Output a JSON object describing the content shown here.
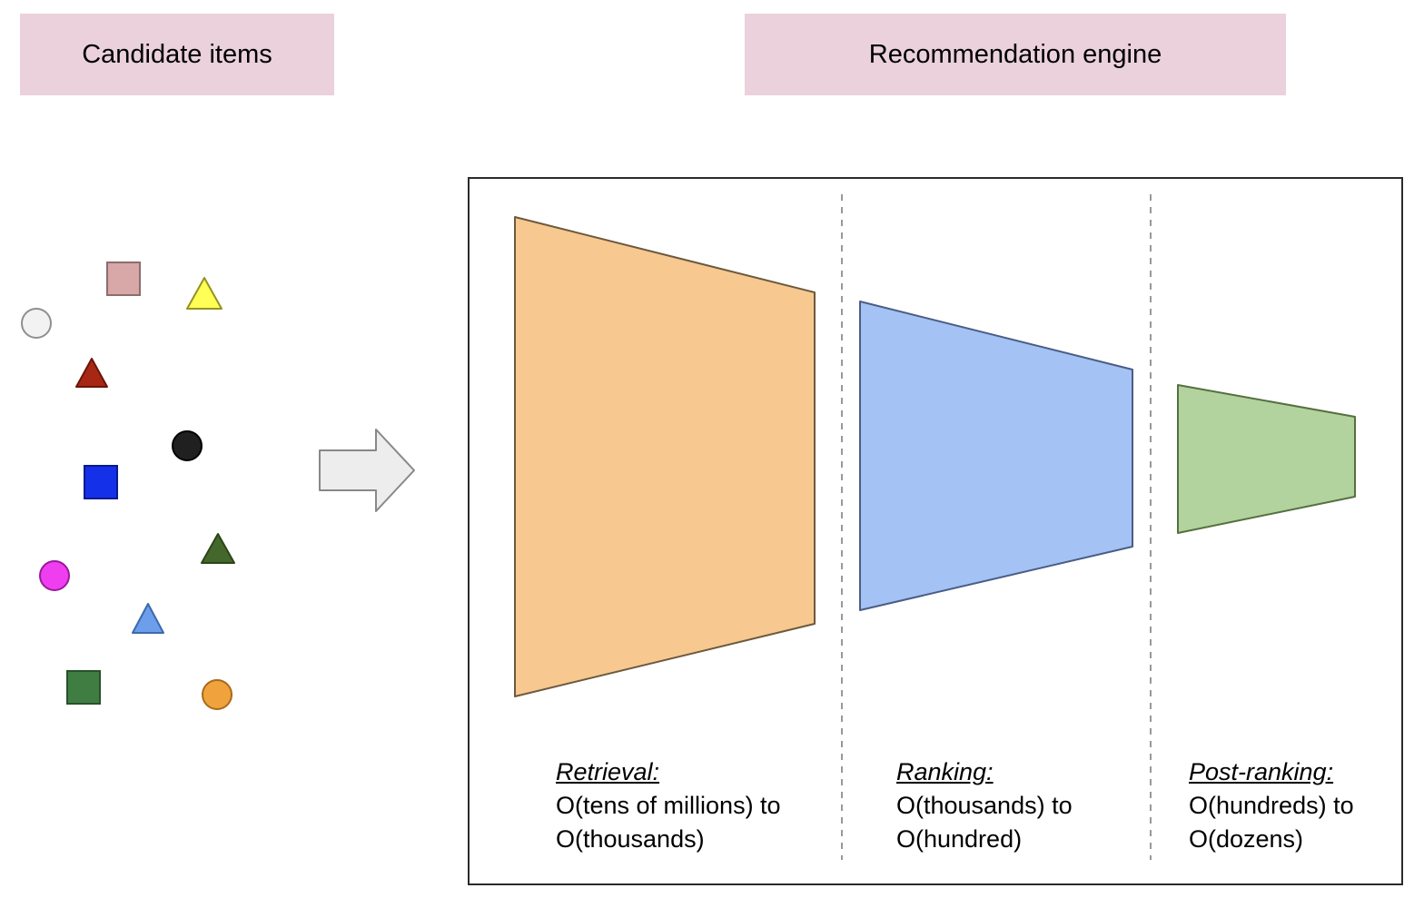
{
  "labels": {
    "candidate_items": "Candidate items",
    "recommendation_engine": "Recommendation engine"
  },
  "stages": [
    {
      "name": "Retrieval:",
      "line1": "O(tens of millions) to",
      "line2": "O(thousands)",
      "funnel_fill": "#f7c890",
      "funnel_stroke": "#6b5a3e"
    },
    {
      "name": "Ranking:",
      "line1": "O(thousands) to",
      "line2": "O(hundred)",
      "funnel_fill": "#a4c2f4",
      "funnel_stroke": "#4a5d86"
    },
    {
      "name": "Post-ranking:",
      "line1": "O(hundreds) to",
      "line2": "O(dozens)",
      "funnel_fill": "#b3d39e",
      "funnel_stroke": "#55703f"
    }
  ],
  "candidate_shapes": [
    {
      "shape": "square",
      "color_name": "rose",
      "fill": "#d8a7a7",
      "stroke": "#8c6d6d"
    },
    {
      "shape": "triangle",
      "color_name": "yellow",
      "fill": "#ffff55",
      "stroke": "#93931f"
    },
    {
      "shape": "circle",
      "color_name": "white",
      "fill": "#f2f2f2",
      "stroke": "#8f8f8f"
    },
    {
      "shape": "triangle",
      "color_name": "dark-red",
      "fill": "#a52714",
      "stroke": "#6d1408"
    },
    {
      "shape": "circle",
      "color_name": "black",
      "fill": "#202020",
      "stroke": "#000000"
    },
    {
      "shape": "square",
      "color_name": "blue",
      "fill": "#1430e8",
      "stroke": "#0a1a8c"
    },
    {
      "shape": "triangle",
      "color_name": "dark-green",
      "fill": "#44682c",
      "stroke": "#2c4519"
    },
    {
      "shape": "circle",
      "color_name": "magenta",
      "fill": "#ef3ef0",
      "stroke": "#99199a"
    },
    {
      "shape": "triangle",
      "color_name": "cornflower",
      "fill": "#6d9eeb",
      "stroke": "#3b69ab"
    },
    {
      "shape": "square",
      "color_name": "green",
      "fill": "#3f7d43",
      "stroke": "#27522a"
    },
    {
      "shape": "circle",
      "color_name": "orange",
      "fill": "#f0a33c",
      "stroke": "#a8691c"
    }
  ],
  "arrow": {
    "fill": "#ededed",
    "stroke": "#888888"
  },
  "engine_box": {
    "border_color": "#2b2b2b",
    "divider_color": "#999999"
  },
  "header_bg": "#ead1dc"
}
